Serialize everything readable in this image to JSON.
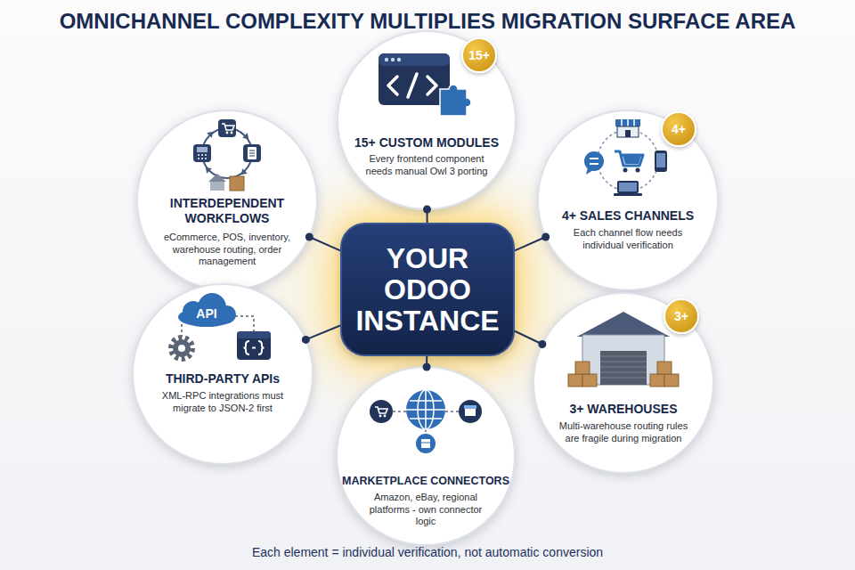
{
  "diagram": {
    "title": "OMNICHANNEL COMPLEXITY MULTIPLIES MIGRATION SURFACE AREA",
    "caption": "Each element = individual verification, not automatic conversion",
    "nodes": [
      {
        "text": [
          "15+",
          "15+ CUSTOM MODULES",
          "Every frontend component needs manual Owl 3 porting"
        ]
      },
      {
        "text": [
          "INTERDEPENDENT WORKFLOWS",
          "eCommerce, POS, inventory, warehouse routing, order management"
        ]
      },
      {
        "text": [
          "4+",
          "4+ SALES CHANNELS",
          "Each channel flow needs individual verification"
        ]
      },
      {
        "text": [
          "YOUR ODOO INSTANCE"
        ]
      },
      {
        "text": [
          "API",
          "THIRD-PARTY APIs",
          "XML-RPC integrations must migrate to JSON-2 first"
        ]
      },
      {
        "text": [
          "3+",
          "3+ WAREHOUSES",
          "Multi-warehouse routing rules are fragile during migration"
        ]
      },
      {
        "text": [
          "MARKETPLACE CONNECTORS",
          "Amazon, eBay, regional platforms - own connector logic"
        ]
      }
    ],
    "edges": [
      {
        "from": 3,
        "to": 0,
        "arrow": "none"
      },
      {
        "from": 3,
        "to": 1,
        "arrow": "none"
      },
      {
        "from": 3,
        "to": 2,
        "arrow": "none"
      },
      {
        "from": 3,
        "to": 4,
        "arrow": "none"
      },
      {
        "from": 3,
        "to": 5,
        "arrow": "none"
      },
      {
        "from": 3,
        "to": 6,
        "arrow": "none"
      }
    ]
  }
}
